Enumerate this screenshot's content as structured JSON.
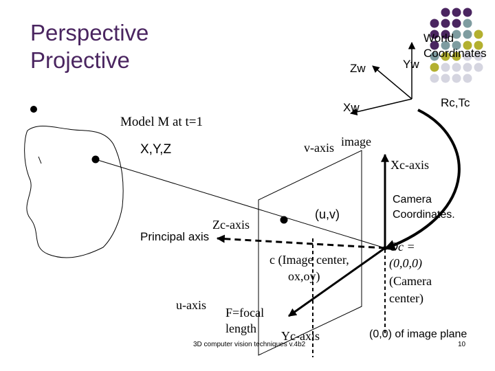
{
  "slide": {
    "title_line1": "Perspective",
    "title_line2": "Projective",
    "footer": "3D computer vision techniques v.4b2",
    "page_number": "10"
  },
  "labels": {
    "world_coordinates_line1": "World",
    "world_coordinates_line2": "Coordinates",
    "yw": "Yw",
    "zw": "Zw",
    "xw": "Xw",
    "rc_tc": "Rc,Tc",
    "model": "Model M at t=1",
    "xyz": "X,Y,Z",
    "v_axis": "v-axis",
    "image": "image",
    "xc_axis": "Xc-axis",
    "camera_coords_line1": "Camera",
    "camera_coords_line2": "Coordinates.",
    "uv": "(u,v)",
    "zc_axis": "Zc-axis",
    "principal_axis": "Principal axis",
    "oc_line1": "Oc =",
    "oc_line2": "(0,0,0)",
    "oc_line3": "(Camera",
    "oc_line4": "center)",
    "image_center_line1": "c (Image center,",
    "image_center_line2": "ox,oy)",
    "u_axis": "u-axis",
    "focal_line1": "F=focal",
    "focal_line2": "length",
    "yc_axis": "Yc-axis",
    "image_plane_origin": "(0,0) of image plane"
  },
  "colors": {
    "title": "#4a2560",
    "dot_purple": "#4a2560",
    "dot_teal": "#7e9ca0",
    "dot_olive": "#b3b02f",
    "dot_light": "#d5d5e0"
  }
}
